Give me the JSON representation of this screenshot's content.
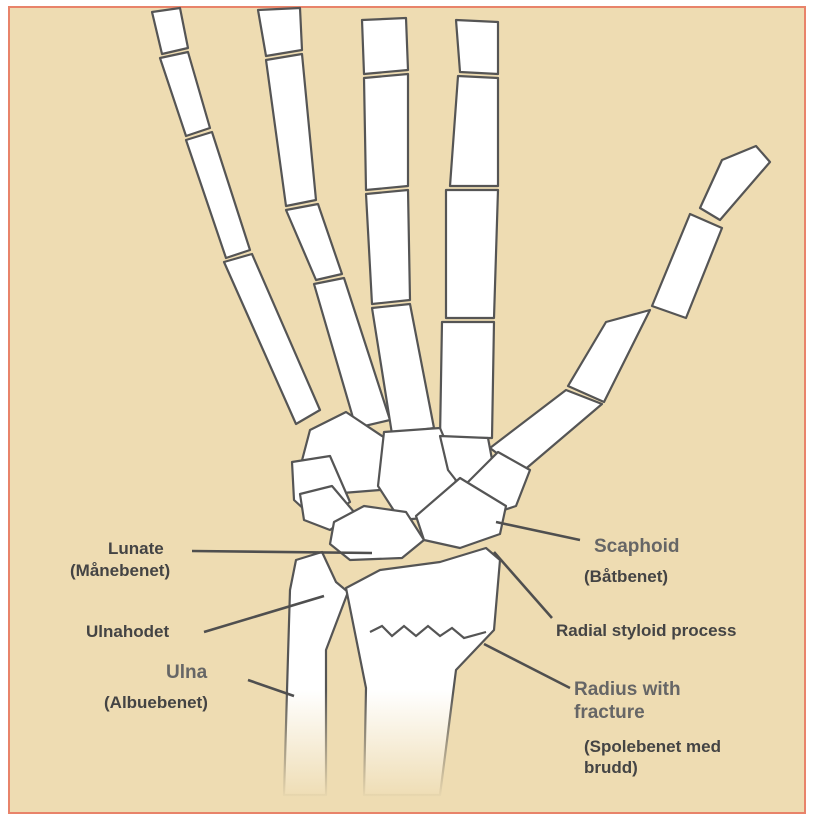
{
  "colors": {
    "background": "#eedcb2",
    "border": "#e8836a",
    "bone_fill": "#ffffff",
    "outline": "#555555",
    "leader_lines": "#4f4f4f"
  },
  "labels": {
    "lunate": {
      "name": "Lunate",
      "native": "(Månebenet)"
    },
    "ulnahodet": {
      "name": "Ulnahodet"
    },
    "ulna": {
      "name": "Ulna",
      "native": "(Albuebenet)"
    },
    "scaphoid": {
      "name": "Scaphoid",
      "native": "(Båtbenet)"
    },
    "radial_styloid": {
      "name": "Radial styloid process"
    },
    "radius": {
      "name_line1": "Radius with",
      "name_line2": "fracture",
      "native_line1": "(Spolebenet med",
      "native_line2": "brudd)"
    }
  }
}
